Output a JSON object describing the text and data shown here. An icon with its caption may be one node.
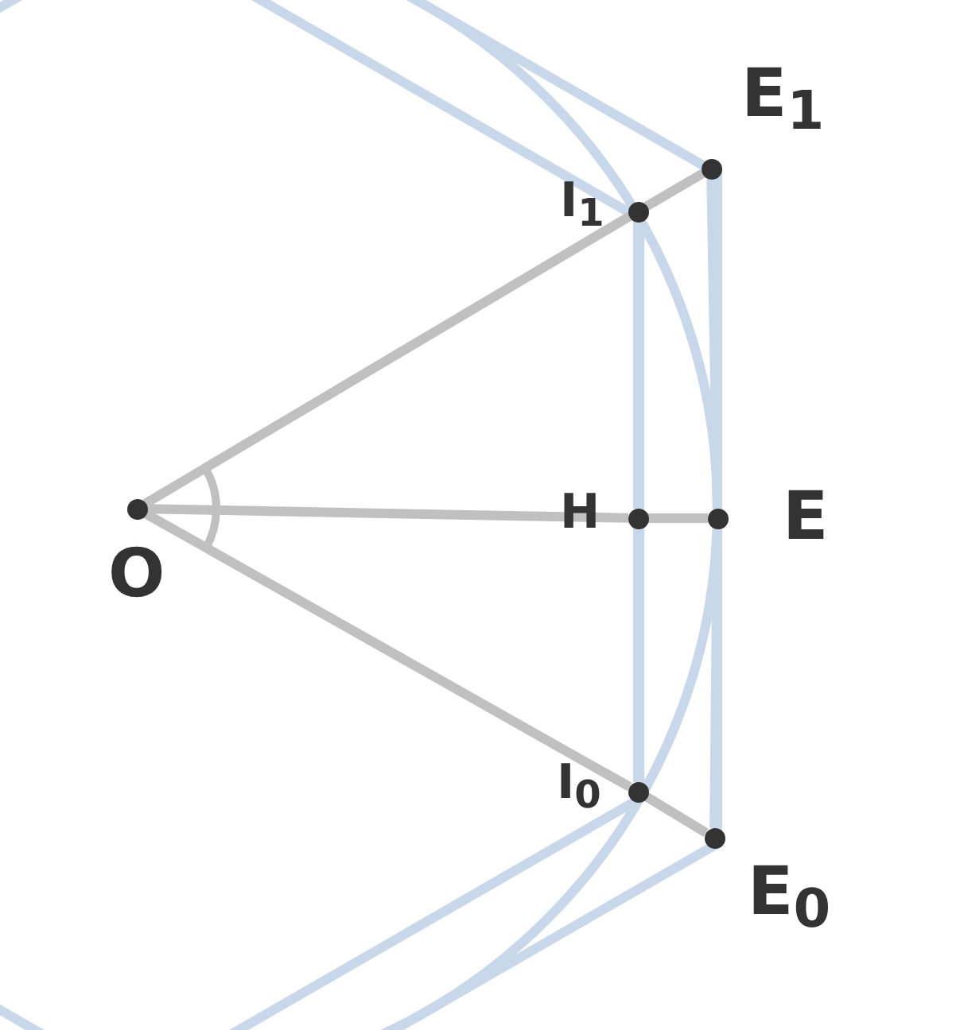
{
  "diagram": {
    "nodes": [
      {
        "text": [],
        "shape": "circle",
        "beside": [
          "O"
        ]
      },
      {
        "text": [],
        "shape": "circle",
        "beside": [
          "E$_{1}$"
        ]
      },
      {
        "text": [],
        "shape": "circle",
        "beside": [
          "I$_{1}$"
        ]
      },
      {
        "text": [],
        "shape": "circle",
        "beside": [
          "H"
        ]
      },
      {
        "text": [],
        "shape": "circle",
        "beside": [
          "E"
        ]
      },
      {
        "text": [],
        "shape": "circle",
        "beside": [
          "I$_{0}$"
        ]
      },
      {
        "text": [],
        "shape": "circle",
        "beside": [
          "E$_{0}$"
        ]
      }
    ],
    "edges": [
      {
        "from": 0,
        "to": 2,
        "arrow": "none"
      },
      {
        "from": 2,
        "to": 1,
        "arrow": "none"
      },
      {
        "from": 0,
        "to": 3,
        "arrow": "none"
      },
      {
        "from": 3,
        "to": 4,
        "arrow": "none"
      },
      {
        "from": 0,
        "to": 5,
        "arrow": "none"
      },
      {
        "from": 5,
        "to": 6,
        "arrow": "none"
      },
      {
        "from": 2,
        "to": 3,
        "arrow": "none",
        "color": "#c8d8ea"
      },
      {
        "from": 3,
        "to": 5,
        "arrow": "none",
        "color": "#c8d8ea"
      },
      {
        "from": 1,
        "to": 4,
        "arrow": "none",
        "color": "#c8d8ea"
      },
      {
        "from": 4,
        "to": 6,
        "arrow": "none",
        "color": "#c8d8ea"
      }
    ]
  }
}
